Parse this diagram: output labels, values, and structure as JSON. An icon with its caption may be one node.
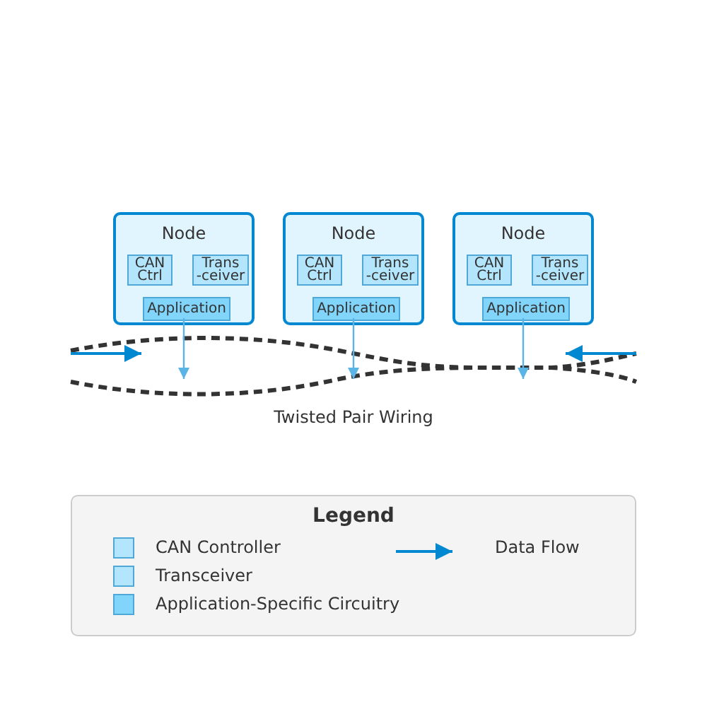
{
  "diagram": {
    "nodes": [
      {
        "text": [
          "Node"
        ]
      },
      {
        "text": [
          "CAN Ctrl"
        ],
        "in": 0
      },
      {
        "text": [
          "Trans -ceiver"
        ],
        "in": 0
      },
      {
        "text": [
          "Application"
        ],
        "in": 0
      },
      {
        "text": [
          "Node"
        ]
      },
      {
        "text": [
          "CAN Ctrl"
        ],
        "in": 4
      },
      {
        "text": [
          "Trans -ceiver"
        ],
        "in": 4
      },
      {
        "text": [
          "Application"
        ],
        "in": 4
      },
      {
        "text": [
          "Node"
        ]
      },
      {
        "text": [
          "CAN Ctrl"
        ],
        "in": 8
      },
      {
        "text": [
          "Trans -ceiver"
        ],
        "in": 8
      },
      {
        "text": [
          "Application"
        ],
        "in": 8
      },
      {
        "text": [
          "Twisted Pair Wiring"
        ]
      }
    ],
    "edges": [
      {
        "from": 3,
        "to": 12,
        "arrow": "to"
      },
      {
        "from": 7,
        "to": 12,
        "arrow": "to"
      },
      {
        "from": 11,
        "to": 12,
        "arrow": "to"
      }
    ],
    "labels": [
      "Legend"
    ],
    "legend": [
      {
        "text": "CAN Controller",
        "color": "#b3e5fc"
      },
      {
        "text": "Transceiver",
        "color": "#b3e5fc"
      },
      {
        "text": "Application-Specific Circuitry",
        "color": "#81d4fa"
      },
      {
        "text": "Data Flow"
      }
    ]
  }
}
